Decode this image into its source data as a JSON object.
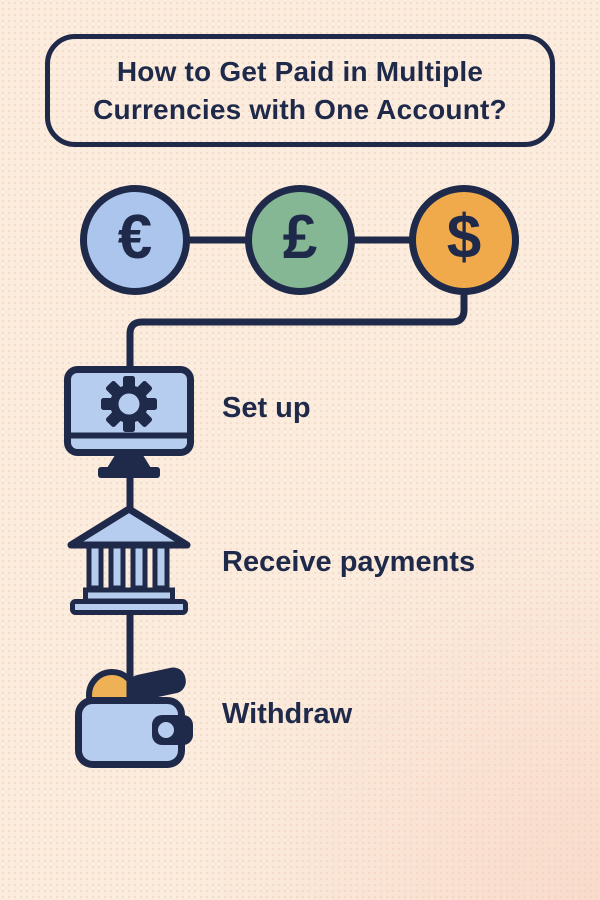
{
  "title": {
    "line1": "How to Get Paid in Multiple",
    "line2": "Currencies with One Account?"
  },
  "currencies": [
    {
      "name": "euro",
      "symbol": "€",
      "fill": "#abc5ec"
    },
    {
      "name": "pound-sterling",
      "symbol": "£",
      "fill": "#85b794"
    },
    {
      "name": "us-dollar",
      "symbol": "$",
      "fill": "#f0aa4b"
    }
  ],
  "steps": [
    {
      "id": "set-up",
      "label": "Set up",
      "icon": "computer-gear-icon"
    },
    {
      "id": "receive-payments",
      "label": "Receive payments",
      "icon": "bank-icon"
    },
    {
      "id": "withdraw",
      "label": "Withdraw",
      "icon": "wallet-coin-icon"
    }
  ],
  "colors": {
    "background": "#fbecdd",
    "outline_navy": "#1f2a4a",
    "light_blue": "#b7cdf0",
    "circle_blue": "#abc5ec",
    "green": "#85b794",
    "orange": "#f0aa4b",
    "coin_orange": "#efb155"
  }
}
